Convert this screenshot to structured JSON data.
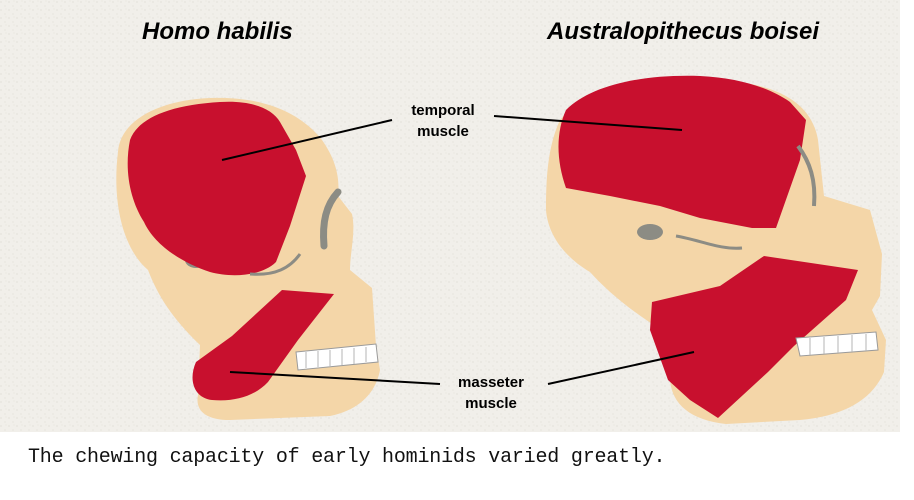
{
  "left_figure": {
    "title": "Homo habilis"
  },
  "right_figure": {
    "title": "Australopithecus boisei"
  },
  "labels": {
    "temporal": {
      "line1": "temporal",
      "line2": "muscle"
    },
    "masseter": {
      "line1": "masseter",
      "line2": "muscle"
    }
  },
  "caption": "The chewing capacity of early hominids varied greatly.",
  "colors": {
    "background": "#f1efea",
    "skull": "#f4d6a8",
    "muscle": "#c8102e",
    "eye_socket": "#8c8c84"
  }
}
